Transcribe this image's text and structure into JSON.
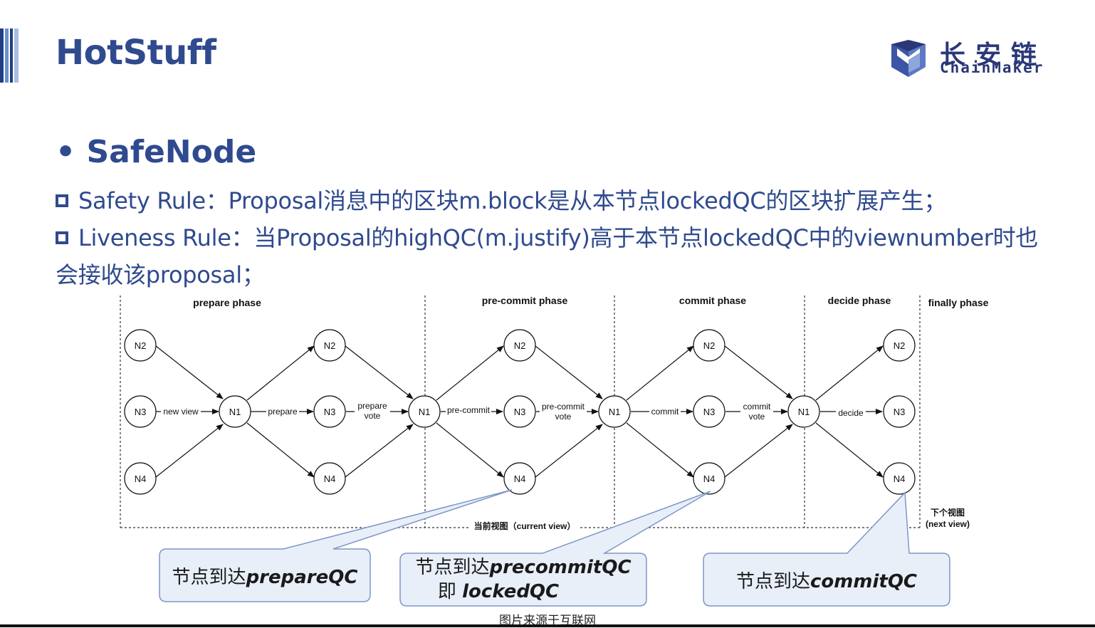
{
  "header": {
    "title": "HotStuff",
    "logo": {
      "cn": "长安链",
      "en": "ChainMaker"
    },
    "accent_colors": [
      "#1f3f86",
      "#6f8fc7",
      "#a9bee0"
    ]
  },
  "content": {
    "heading": "• SafeNode",
    "rule1": "Safety Rule：Proposal消息中的区块m.block是从本节点lockedQC的区块扩展产生；",
    "rule2_line1": "Liveness Rule：当Proposal的highQC(m.justify)高于本节点lockedQC中的viewnumber时也",
    "rule2_line2": "会接收该proposal；"
  },
  "diagram": {
    "phases": [
      "prepare phase",
      "pre-commit phase",
      "commit phase",
      "decide phase",
      "finally phase"
    ],
    "nodes": {
      "n1": "N1",
      "n2": "N2",
      "n3": "N3",
      "n4": "N4"
    },
    "edge_labels": {
      "new_view": "new view",
      "prepare": "prepare",
      "prepare_vote": [
        "prepare",
        "vote"
      ],
      "pre_commit": "pre-commit",
      "pre_commit_vote": [
        "pre-commit",
        "vote"
      ],
      "commit": "commit",
      "commit_vote": [
        "commit",
        "vote"
      ],
      "decide": "decide"
    },
    "current_view": "当前视图（current view）",
    "next_view": [
      "下个视图",
      "(next view)"
    ],
    "callouts": [
      {
        "prefix": "节点到达",
        "term": "prepareQC"
      },
      {
        "prefix": "节点到达",
        "term": "precommitQC",
        "line2_prefix": "即 ",
        "line2_term": "lockedQC"
      },
      {
        "prefix": "节点到达",
        "term": "commitQC"
      }
    ],
    "callout_fill": "#e8eff9",
    "callout_stroke": "#7e97c8"
  },
  "footer": {
    "source": "图片来源于互联网"
  }
}
